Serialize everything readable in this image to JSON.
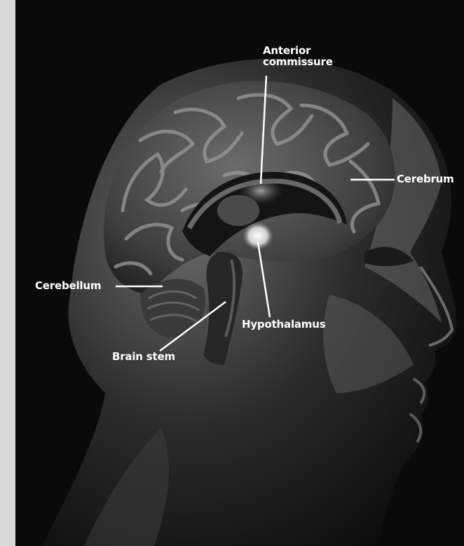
{
  "diagram": {
    "labels": {
      "anterior_commissure_line1": "Anterior",
      "anterior_commissure_line2": "commissure",
      "cerebrum": "Cerebrum",
      "cerebellum": "Cerebellum",
      "hypothalamus": "Hypothalamus",
      "brain_stem": "Brain stem"
    },
    "colors": {
      "background": "#0a0a0a",
      "paper_border": "#d8d8d4",
      "brain_tissue": "#5e5e5e",
      "brain_fold_highlight": "#9a9a9a",
      "hypothalamus_highlight": "#e8e8e8",
      "label_text": "#ffffff"
    }
  }
}
